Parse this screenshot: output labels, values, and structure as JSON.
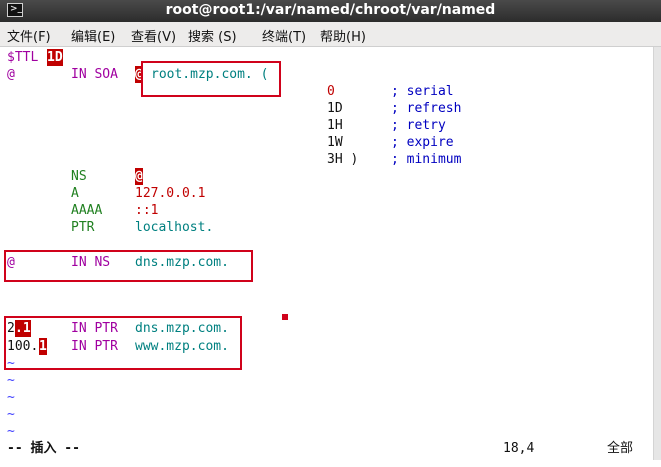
{
  "window": {
    "title": "root@root1:/var/named/chroot/var/named",
    "icon": "terminal-icon"
  },
  "menu": {
    "file": "文件(F)",
    "edit": "编辑(E)",
    "view": "查看(V)",
    "search": "搜索 (S)",
    "terminal": "终端(T)",
    "help": "帮助(H)"
  },
  "editor": {
    "l1": {
      "a": "$TTL ",
      "b": "1D"
    },
    "l2": {
      "at": "@",
      "in_soa": "IN SOA",
      "at2": "@",
      "rest": "root.mzp.com. ("
    },
    "soa": [
      {
        "val": "0",
        "comment": "; serial"
      },
      {
        "val": "1D",
        "comment": "; refresh"
      },
      {
        "val": "1H",
        "comment": "; retry"
      },
      {
        "val": "1W",
        "comment": "; expire"
      },
      {
        "val": "3H )",
        "comment": "; minimum"
      }
    ],
    "records": [
      {
        "type": "NS",
        "value": "@"
      },
      {
        "type": "A",
        "value": "127.0.0.1"
      },
      {
        "type": "AAAA",
        "value": "::1"
      },
      {
        "type": "PTR",
        "value": "localhost."
      }
    ],
    "ns_line": {
      "at": "@",
      "class": "IN NS",
      "value": "dns.mzp.com."
    },
    "ptr1": {
      "a": "2",
      "b": ".1",
      "class": "IN PTR",
      "value": "dns.mzp.com."
    },
    "ptr2": {
      "a": "100.",
      "b": "1",
      "class": "IN PTR",
      "value": "www.mzp.com."
    },
    "tilde": "~"
  },
  "status": {
    "mode": "-- 插入 --",
    "position": "18,4",
    "scope": "全部"
  }
}
